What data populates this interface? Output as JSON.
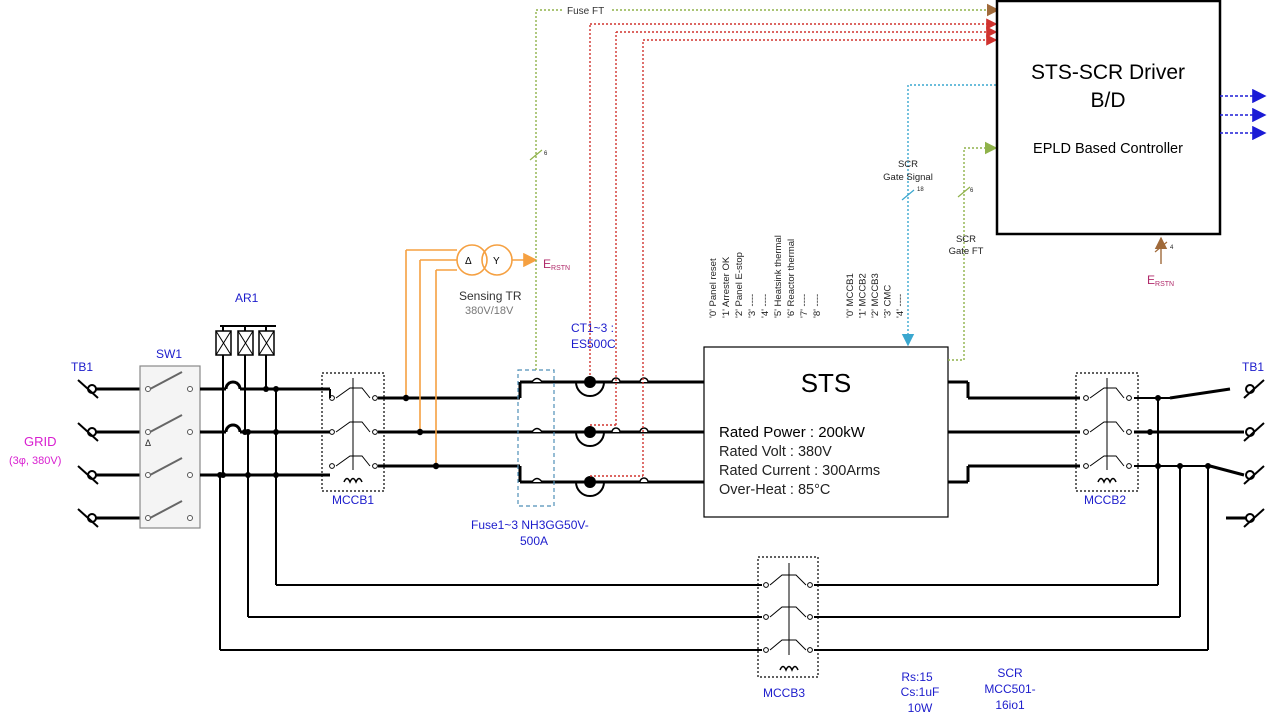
{
  "labels": {
    "tb1_left": "TB1",
    "tb1_right": "TB1",
    "sw1": "SW1",
    "sw1_delta": "Δ",
    "ar1": "AR1",
    "grid": "GRID",
    "grid_spec": "(3φ, 380V)",
    "mccb1": "MCCB1",
    "mccb2": "MCCB2",
    "mccb3": "MCCB3",
    "fuse_ft": "Fuse FT",
    "sensing_tr": "Sensing TR",
    "sensing_tr_spec": "380V/18V",
    "tr_delta": "Δ",
    "tr_y": "Y",
    "e_rstn": "E",
    "e_rstn_sub": "RSTN",
    "ct_line1": "CT1~3 :",
    "ct_line2": "ES500C",
    "fuse_line1": "Fuse1~3 NH3GG50V-",
    "fuse_line2": "500A",
    "scr_gate_signal_1": "SCR",
    "scr_gate_signal_2": "Gate Signal",
    "scr_gate_ft_1": "SCR",
    "scr_gate_ft_2": "Gate FT",
    "rs": "Rs:15",
    "cs": "Cs:1uF",
    "w": "10W",
    "scr_mod_1": "SCR",
    "scr_mod_2": "MCC501-",
    "scr_mod_3": "16io1",
    "count_6a": "6",
    "count_18": "18",
    "count_6b": "6",
    "count_4": "4"
  },
  "sts": {
    "title": "STS",
    "rated_power": "Rated Power : 200kW",
    "rated_volt": "Rated Volt : 380V",
    "rated_current": "Rated Current : 300Arms",
    "over_heat": "Over-Heat : 85°C"
  },
  "driver": {
    "title1": "STS-SCR Driver",
    "title2": "B/D",
    "subtitle": "EPLD Based Controller"
  },
  "inputs_group1": [
    "'0' Panel reset",
    "'1' Arrester OK",
    "'2' Panel E-stop",
    "'3' ----",
    "'4' ----",
    "'5' Heatsink thermal",
    "'6' Reactor thermal",
    "'7' ----",
    "'8' ----"
  ],
  "inputs_group2": [
    "'0' MCCB1",
    "'1' MCCB2",
    "'2' MCCB3",
    "'3' CMC",
    "'4' ----"
  ],
  "colors": {
    "bus": "#000000",
    "label_blue": "#1c1ccc",
    "grid_magenta": "#d81ed0",
    "sense_orange": "#f5a041",
    "signal_red": "#d0332f",
    "signal_green": "#8fb24a",
    "signal_cyan": "#3aa7cf",
    "output_navy": "#1b1bd6"
  }
}
